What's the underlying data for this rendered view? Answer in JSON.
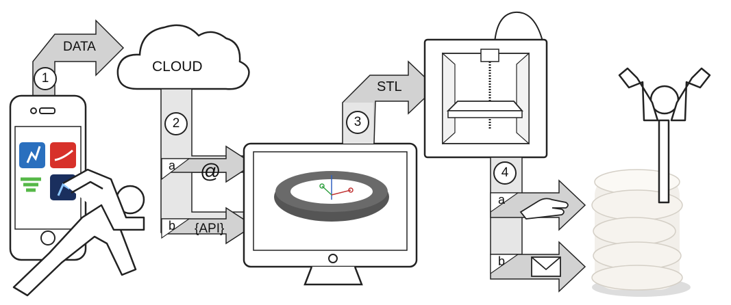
{
  "labels": {
    "data": "DATA",
    "cloud": "CLOUD",
    "stl": "STL",
    "at": "@",
    "api": "{API}"
  },
  "steps": [
    "1",
    "2",
    "3",
    "4"
  ],
  "substeps": {
    "cloud_a": "a",
    "cloud_b": "b",
    "printer_a": "a",
    "printer_b": "b"
  },
  "icons": [
    "phone-icon",
    "runner-icon",
    "cloud-icon",
    "monitor-icon",
    "ring-model-icon",
    "printer-3d-icon",
    "hand-icon",
    "envelope-icon",
    "printed-object-icon",
    "cheering-person-icon"
  ],
  "colors": {
    "band": "#e6e6e6",
    "arrow": "#d2d2d2",
    "stroke": "#222222",
    "ring": "#4a4a4a"
  }
}
